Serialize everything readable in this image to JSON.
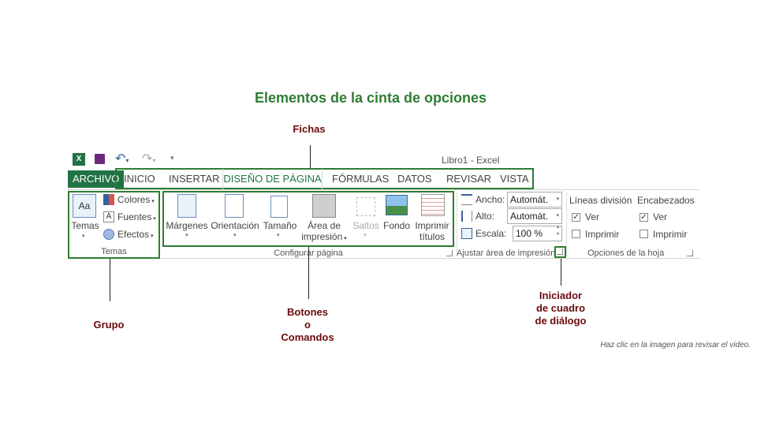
{
  "title": "Elementos de la cinta de opciones",
  "callouts": {
    "fichas": "Fichas",
    "grupo": "Grupo",
    "botones1": "Botones",
    "botones2": "o",
    "botones3": "Comandos",
    "iniciador1": "Iniciador",
    "iniciador2": "de cuadro",
    "iniciador3": "de diálogo"
  },
  "window_title": "Libro1 - Excel",
  "tabs": [
    "ARCHIVO",
    "INICIO",
    "INSERTAR",
    "DISEÑO DE PÁGINA",
    "FÓRMULAS",
    "DATOS",
    "REVISAR",
    "VISTA"
  ],
  "groups": {
    "temas": {
      "label": "Temas",
      "temas_button": "Temas",
      "colores": "Colores",
      "fuentes": "Fuentes",
      "efectos": "Efectos"
    },
    "configurar": {
      "label": "Configurar página",
      "margenes": "Márgenes",
      "orientacion": "Orientación",
      "tamano": "Tamaño",
      "area1": "Área de",
      "area2": "impresión",
      "saltos": "Saltos",
      "fondo": "Fondo",
      "imprimir1": "Imprimir",
      "imprimir2": "títulos"
    },
    "ajustar": {
      "label": "Ajustar área de impresión",
      "ancho_label": "Ancho:",
      "ancho_value": "Automát.",
      "alto_label": "Alto:",
      "alto_value": "Automát.",
      "escala_label": "Escala:",
      "escala_value": "100 %"
    },
    "opciones": {
      "label": "Opciones de la hoja",
      "lineas": "Líneas división",
      "encabezados": "Encabezados",
      "ver1": "Ver",
      "imprimir1": "Imprimir",
      "ver2": "Ver",
      "imprimir2": "Imprimir"
    }
  },
  "footer_note": "Haz clic en la imagen para revisar el video.",
  "colors": {
    "accent": "#2e7d32",
    "excel_green": "#217346",
    "callout": "#6b0a0a"
  }
}
